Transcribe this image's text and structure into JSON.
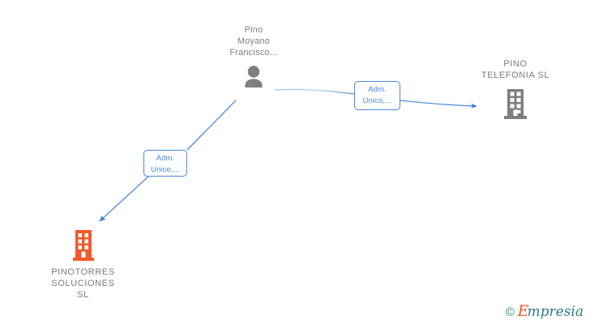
{
  "diagram": {
    "type": "corporate-relationship-graph",
    "background_color": "#ffffff",
    "edge_color": "#4a89dc",
    "person_color": "#7f7f7f",
    "company_color": "#7f7f7f",
    "company_highlight_color": "#f4592b"
  },
  "nodes": {
    "person": {
      "label": "Pino\nMoyano\nFrancisco...",
      "icon": "person-icon",
      "color": "#7f7f7f"
    },
    "company_right": {
      "label": "PINO\nTELEFONIA SL",
      "icon": "building-icon",
      "color": "#7f7f7f"
    },
    "company_left": {
      "label": "PINOTORRES\nSOLUCIONES\nSL",
      "icon": "building-icon",
      "color": "#f4592b"
    }
  },
  "edges": [
    {
      "from": "person",
      "to": "company_right",
      "label": "Adm.\nUnico,...",
      "direction": "right",
      "color": "#4a89dc"
    },
    {
      "from": "person",
      "to": "company_left",
      "label": "Adm.\nUnico,...",
      "direction": "down-left",
      "color": "#4a89dc"
    }
  ],
  "watermark": {
    "copyright": "©",
    "brand_initial": "E",
    "brand_rest": "mpresia"
  }
}
